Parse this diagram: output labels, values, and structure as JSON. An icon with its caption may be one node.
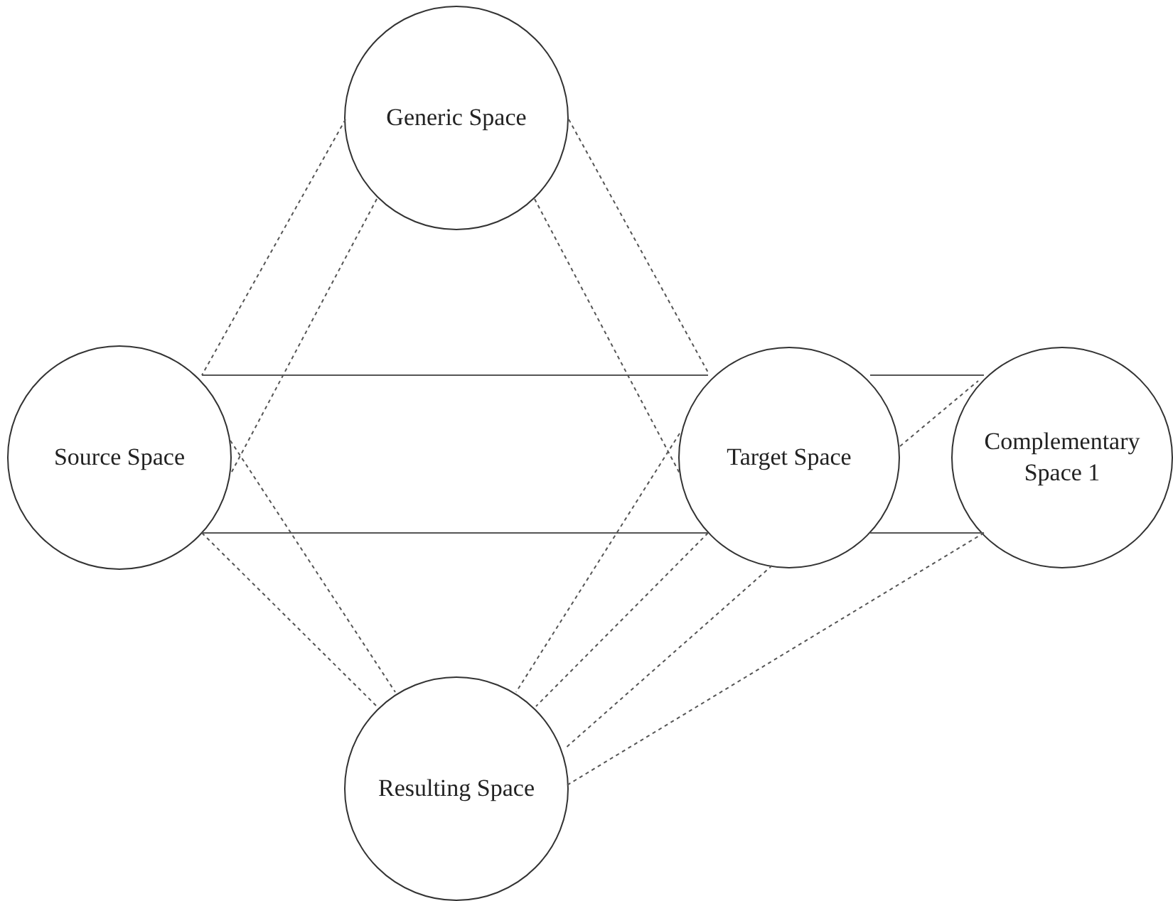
{
  "diagram": {
    "nodes": [
      {
        "text": [
          "Generic Space"
        ]
      },
      {
        "text": [
          "Source Space"
        ]
      },
      {
        "text": [
          "Target Space"
        ]
      },
      {
        "text": [
          "Complementary Space 1"
        ]
      },
      {
        "text": [
          "Resulting Space"
        ]
      }
    ],
    "edges": [
      {
        "from": 0,
        "to": 1,
        "arrow": "none",
        "style": "dashed"
      },
      {
        "from": 0,
        "to": 1,
        "arrow": "none",
        "style": "dashed"
      },
      {
        "from": 0,
        "to": 2,
        "arrow": "none",
        "style": "dashed"
      },
      {
        "from": 0,
        "to": 2,
        "arrow": "none",
        "style": "dashed"
      },
      {
        "from": 1,
        "to": 2,
        "arrow": "none"
      },
      {
        "from": 1,
        "to": 2,
        "arrow": "none"
      },
      {
        "from": 1,
        "to": 4,
        "arrow": "none",
        "style": "dashed"
      },
      {
        "from": 1,
        "to": 4,
        "arrow": "none",
        "style": "dashed"
      },
      {
        "from": 2,
        "to": 4,
        "arrow": "none",
        "style": "dashed"
      },
      {
        "from": 2,
        "to": 4,
        "arrow": "none",
        "style": "dashed"
      },
      {
        "from": 2,
        "to": 4,
        "arrow": "none",
        "style": "dashed"
      },
      {
        "from": 3,
        "to": 4,
        "arrow": "none",
        "style": "dashed"
      },
      {
        "from": 2,
        "to": 3,
        "arrow": "none"
      },
      {
        "from": 2,
        "to": 3,
        "arrow": "none"
      },
      {
        "from": 2,
        "to": 3,
        "arrow": "none",
        "style": "dashed"
      }
    ]
  }
}
